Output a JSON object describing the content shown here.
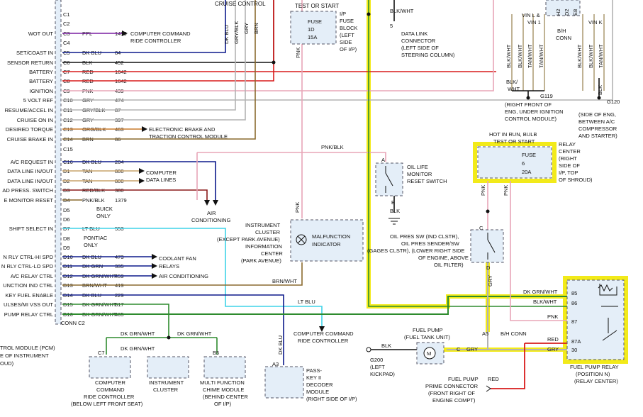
{
  "pcm": {
    "pins": [
      {
        "pin": "C1",
        "label": "",
        "wire": "",
        "circuit": ""
      },
      {
        "pin": "C2",
        "label": "",
        "wire": "",
        "circuit": ""
      },
      {
        "pin": "C3",
        "label": "WOT OUT",
        "wire": "PPL",
        "circuit": "1490"
      },
      {
        "pin": "C4",
        "label": "",
        "wire": "",
        "circuit": ""
      },
      {
        "pin": "C5",
        "label": "SET/COAST IN",
        "wire": "DK BLU",
        "circuit": "84"
      },
      {
        "pin": "C6",
        "label": "SENSOR RETURN",
        "wire": "BLK",
        "circuit": "452"
      },
      {
        "pin": "C7",
        "label": "BATTERY",
        "wire": "RED",
        "circuit": "1642"
      },
      {
        "pin": "C8",
        "label": "BATTERY",
        "wire": "RED",
        "circuit": "1642"
      },
      {
        "pin": "C9",
        "label": "IGNITION",
        "wire": "PNK",
        "circuit": "439"
      },
      {
        "pin": "C10",
        "label": "5 VOLT REF",
        "wire": "GRY",
        "circuit": "474"
      },
      {
        "pin": "C11",
        "label": "RESUME/ACCEL IN",
        "wire": "GRY/BLK",
        "circuit": "87"
      },
      {
        "pin": "C12",
        "label": "CRUISE ON IN",
        "wire": "GRY",
        "circuit": "397"
      },
      {
        "pin": "C13",
        "label": "DESIRED TORQUE",
        "wire": "ORG/BLK",
        "circuit": "463"
      },
      {
        "pin": "C14",
        "label": "CRUISE BRAKE IN",
        "wire": "BRN",
        "circuit": "86"
      },
      {
        "pin": "C15",
        "label": "",
        "wire": "",
        "circuit": ""
      },
      {
        "pin": "C16",
        "label": "A/C REQUEST IN",
        "wire": "DK BLU",
        "circuit": "204"
      },
      {
        "pin": "D1",
        "label": "DATA LINE IN/OUT",
        "wire": "TAN",
        "circuit": "800"
      },
      {
        "pin": "D2",
        "label": "DATA LINE IN/OUT",
        "wire": "TAN",
        "circuit": "800"
      },
      {
        "pin": "D3",
        "label": "AD PRESS. SWITCH",
        "wire": "RED/BLK",
        "circuit": "380"
      },
      {
        "pin": "D4",
        "label": "E MONITOR RESET",
        "wire": "PNK/BLK",
        "circuit": "1379"
      },
      {
        "pin": "D5",
        "label": "",
        "wire": "",
        "circuit": ""
      },
      {
        "pin": "D6",
        "label": "",
        "wire": "",
        "circuit": ""
      },
      {
        "pin": "D7",
        "label": "SHIFT SELECT IN",
        "wire": "LT BLU",
        "circuit": "553"
      },
      {
        "pin": "D8",
        "label": "",
        "wire": "",
        "circuit": ""
      },
      {
        "pin": "D9",
        "label": "",
        "wire": "",
        "circuit": ""
      },
      {
        "pin": "D10",
        "label": "N RLY CTRL-HI SPD",
        "wire": "DK BLU",
        "circuit": "473"
      },
      {
        "pin": "D11",
        "label": "N RLY CTRL-LO SPD",
        "wire": "DK GRN",
        "circuit": "335"
      },
      {
        "pin": "D12",
        "label": "A/C RELAY CTRL",
        "wire": "DK GRN/WHT",
        "circuit": "459"
      },
      {
        "pin": "D13",
        "label": "UNCTION IND CTRL",
        "wire": "BRN/WHT",
        "circuit": "419"
      },
      {
        "pin": "D14",
        "label": "KEY FUEL ENABLE",
        "wire": "DK BLU",
        "circuit": "229"
      },
      {
        "pin": "D15",
        "label": "ULSES/MI VSS OUT",
        "wire": "DK GRN/WHT",
        "circuit": "817"
      },
      {
        "pin": "D16",
        "label": "PUMP RELAY CTRL",
        "wire": "DK GRN/WHT",
        "circuit": "465"
      }
    ],
    "conn_label": "CONN C2",
    "caption_lines": [
      "TROL MODULE (PCM)",
      "E OF INSTRUMENT",
      "OUD)"
    ]
  },
  "cruise_control": {
    "title": "CRUISE CONTROL",
    "wires": [
      "DK BLU",
      "GRY/BLK",
      "GRY",
      "BRN"
    ]
  },
  "test_or_start_fuse": {
    "header": "TEST OR START",
    "fuse": "FUSE",
    "fuse_id": "1D",
    "rating": "15A",
    "desc_lines": [
      "I/P",
      "FUSE",
      "BLOCK",
      "(LEFT",
      "SIDE",
      "OF I/P)"
    ],
    "wire": "PNK"
  },
  "dlc": {
    "wire": "BLK/WHT",
    "pin": "5",
    "desc_lines": [
      "DATA LINK",
      "CONNECTOR",
      "(LEFT SIDE OF",
      "STEERING COLUMN)"
    ]
  },
  "ground_g119": {
    "top_labels": [
      "H2",
      "D2",
      "E8"
    ],
    "vin_l": "VIN L &",
    "vin_1": "VIN 1",
    "vin_k": "VIN K",
    "bh_conn": "B/H",
    "conn": "CONN",
    "wires_left": [
      "BLK/WHT",
      "BLK/WHT",
      "TAN/WHT",
      "TAN/WHT"
    ],
    "wires_right": [
      "BLK/WHT",
      "BLK/WHT",
      "TAN/WHT"
    ],
    "blk_wht": "BLK/",
    "wht": "WHT",
    "name": "G119",
    "desc_lines": [
      "(RIGHT FRONT OF",
      "ENG, UNDER IGNITION",
      "CONTROL MODULE)"
    ]
  },
  "ground_g120": {
    "wire": "BLK",
    "name": "G120",
    "desc_lines": [
      "(SIDE OF ENG,",
      "BETWEEN A/C",
      "COMPRESSOR",
      "AND STARTER)"
    ]
  },
  "relay_center_fuse": {
    "header_lines": [
      "HOT IN RUN, BULB",
      "TEST OR START"
    ],
    "fuse": "FUSE",
    "fuse_id": "6",
    "rating": "20A",
    "side_lines": [
      "RELAY",
      "CENTER",
      "(RIGHT",
      "SIDE OF",
      "I/P, TOP",
      "OF SHROUD)"
    ],
    "wires": [
      "PNK",
      "PNK"
    ]
  },
  "labels": {
    "electronic_brake": "ELECTRONIC BRAKE AND",
    "traction_control": "TRACTION CONTROL MODULE",
    "ccm_ride_1": "COMPUTER COMMAND",
    "ccm_ride_2": "RIDE CONTROLLER",
    "computer": "COMPUTER",
    "data_lines": "DATA LINES",
    "buick": "BUICK",
    "only": "ONLY",
    "pontiac": "PONTIAC",
    "air": "AIR",
    "conditioning": "CONDITIONING",
    "pnk_blk": "PNK/BLK",
    "pnk": "PNK",
    "coolant_fan": "COOLANT FAN",
    "relays": "RELAYS",
    "air_conditioning": "AIR CONDITIONING",
    "brn_wht": "BRN/WHT",
    "lt_blu": "LT BLU",
    "dk_blu": "DK BLU",
    "dk_grn_wht": "DK GRN/WHT",
    "blk_wht": "BLK/WHT",
    "gry": "GRY",
    "red": "RED",
    "blk": "BLK",
    "bh_conn_a5": "A5",
    "bh_conn": "B/H CONN",
    "pin_c7": "C7",
    "pin_b5": "B5",
    "pin_a3": "A3",
    "pin_a": "A",
    "pin_b": "B",
    "pin_c": "C",
    "pin_d": "D",
    "pin_c_fp": "C"
  },
  "oil_life_switch": {
    "title_lines": [
      "OIL LIFE",
      "MONITOR",
      "RESET SWITCH"
    ],
    "ground_wire": "BLK"
  },
  "instrument_cluster_mil": {
    "left_lines": [
      "INSTRUMENT",
      "CLUSTER",
      "(EXCEPT PARK AVENUE)",
      "INFORMATION",
      "CENTER",
      "(PARK AVENUE)"
    ],
    "title_lines": [
      "MALFUNCTION",
      "INDICATOR"
    ]
  },
  "oil_pressure_switch": {
    "lines": [
      "OIL PRES SW (IND CLSTR),",
      "OIL PRES SENDER/SW",
      "(GAGES CLSTR), (LOWER RIGHT SIDE",
      "OF ENGINE, ABOVE",
      "OIL FILTER)"
    ]
  },
  "fuel_pump_relay": {
    "pins": [
      "85",
      "86",
      "87",
      "87A",
      "30"
    ],
    "desc_lines": [
      "FUEL PUMP RELAY",
      "(POSITION N)",
      "(RELAY CENTER)"
    ]
  },
  "fuel_pump": {
    "title_lines": [
      "FUEL PUMP",
      "(FUEL TANK UNIT)"
    ],
    "ground": "G200",
    "ground_desc_lines": [
      "(LEFT",
      "KICKPAD)"
    ]
  },
  "prime_connector": {
    "lines": [
      "FUEL PUMP",
      "PRIME CONNECTOR",
      "(FRONT RIGHT OF",
      "ENGINE COMPT)"
    ]
  },
  "bottom_modules": [
    {
      "id": "ccm",
      "lines": [
        "COMPUTER",
        "COMMAND",
        "RIDE CONTROLLER",
        "(BELOW LEFT FRONT SEAT)"
      ]
    },
    {
      "id": "cluster",
      "lines": [
        "INSTRUMENT",
        "CLUSTER"
      ]
    },
    {
      "id": "chime",
      "lines": [
        "MULTI FUNCTION",
        "CHIME MODULE",
        "(BEHIND CENTER",
        "OF I/P)"
      ]
    },
    {
      "id": "passkey",
      "lines": [
        "PASS-",
        "KEY II",
        "DECODER",
        "MODULE",
        "(RIGHT SIDE OF I/P)"
      ]
    }
  ],
  "colors": {
    "purple": "#7a1fa2",
    "dkblue": "#0d1a8c",
    "black": "#111111",
    "red": "#d81b1b",
    "pink": "#e8a5b7",
    "gray": "#b3b3b3",
    "orange": "#c97a2a",
    "brown": "#8a6a2f",
    "tan": "#c9a36b",
    "green": "#2e8b2e",
    "ltblue": "#3fd3e8",
    "highlight": "#f2ea1a",
    "box": "#e4eef8"
  }
}
